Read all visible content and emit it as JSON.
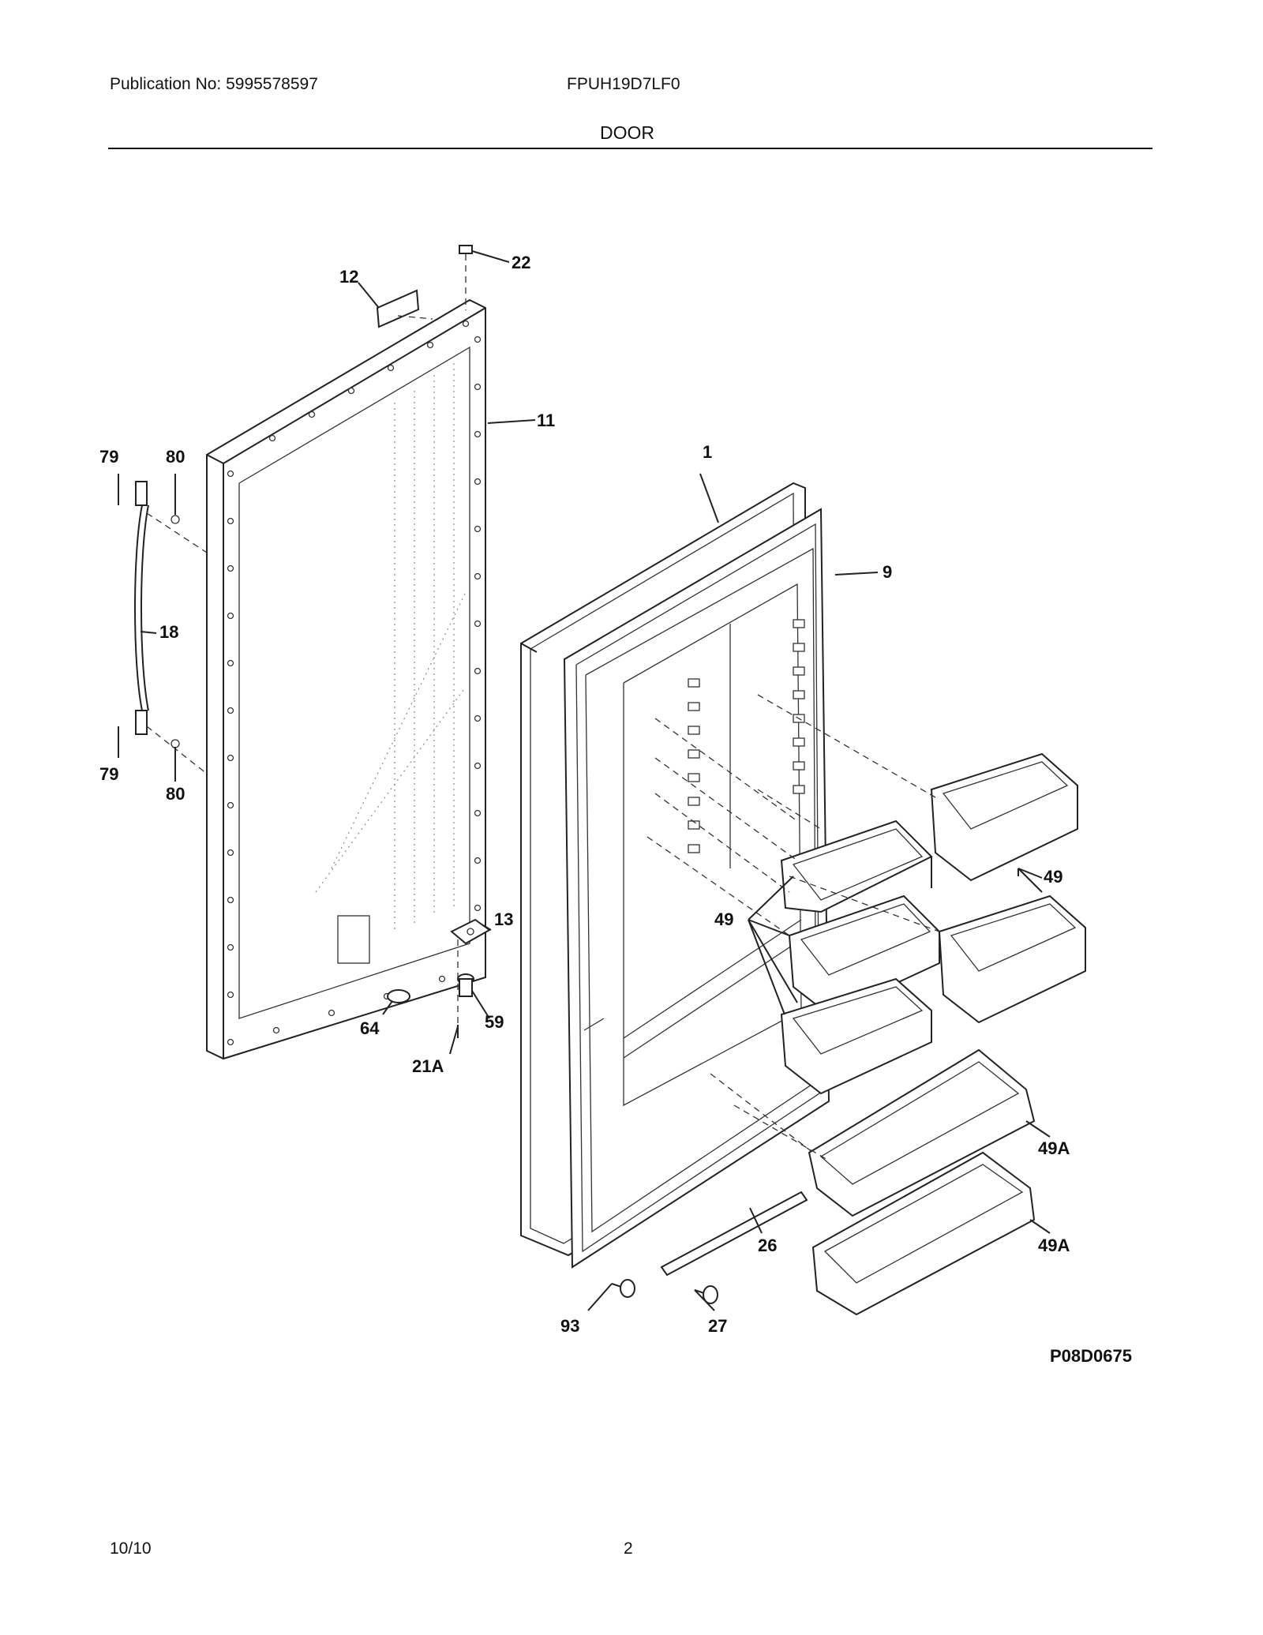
{
  "header": {
    "publication": "Publication No: 5995578597",
    "model": "FPUH19D7LF0",
    "section_title": "DOOR"
  },
  "diagram": {
    "code": "P08D0675",
    "callouts": {
      "c1": "1",
      "c9": "9",
      "c11": "11",
      "c12": "12",
      "c13": "13",
      "c18": "18",
      "c21a": "21A",
      "c22": "22",
      "c26": "26",
      "c27": "27",
      "c49_right": "49",
      "c49_left": "49",
      "c49a_top": "49A",
      "c49a_bottom": "49A",
      "c59": "59",
      "c64": "64",
      "c79_top": "79",
      "c79_bottom": "79",
      "c80_top": "80",
      "c80_bottom": "80",
      "c93": "93"
    }
  },
  "footer": {
    "date": "10/10",
    "page": "2"
  }
}
